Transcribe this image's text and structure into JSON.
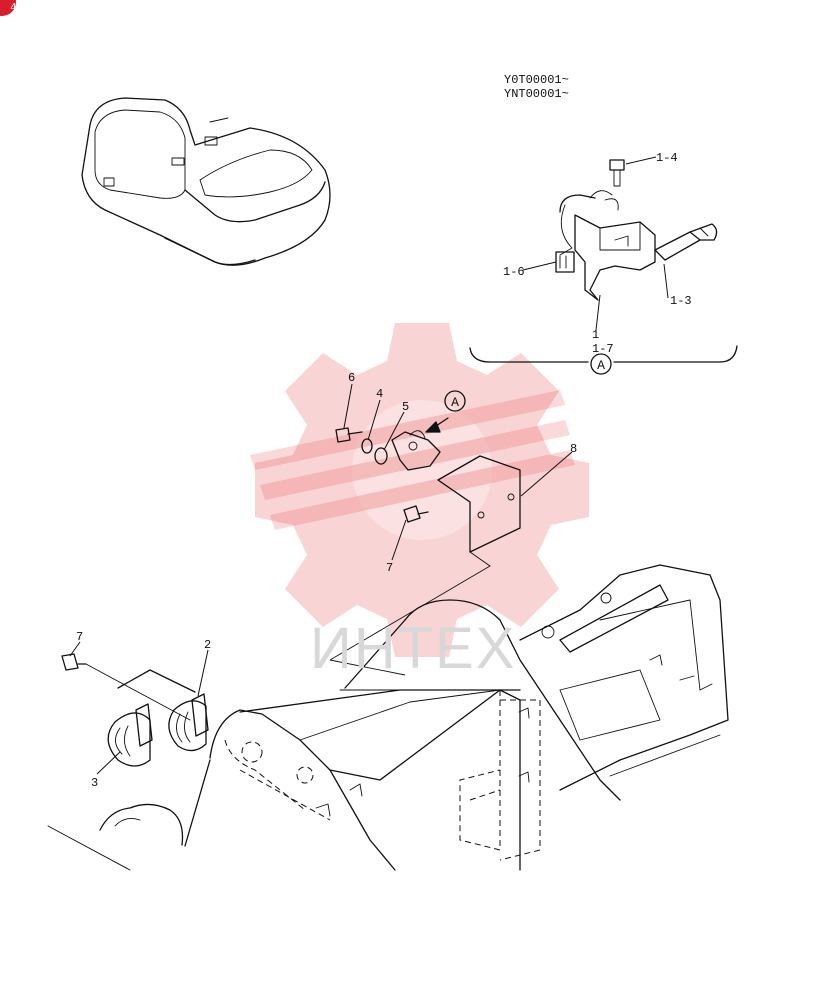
{
  "corner_badge": "4",
  "serial_ranges": [
    "Y0T00001~",
    "YNT00001~"
  ],
  "view_marker": "A",
  "watermark_text": "ИНТЕХ",
  "watermark_color": "#e23a3a",
  "callouts": {
    "p1_4": "1-4",
    "p1_6": "1-6",
    "p1_3": "1-3",
    "p1": "1",
    "p1_7": "1-7",
    "p6": "6",
    "p4": "4",
    "p5": "5",
    "p8": "8",
    "p7a": "7",
    "p7b": "7",
    "p2": "2",
    "p3": "3"
  }
}
